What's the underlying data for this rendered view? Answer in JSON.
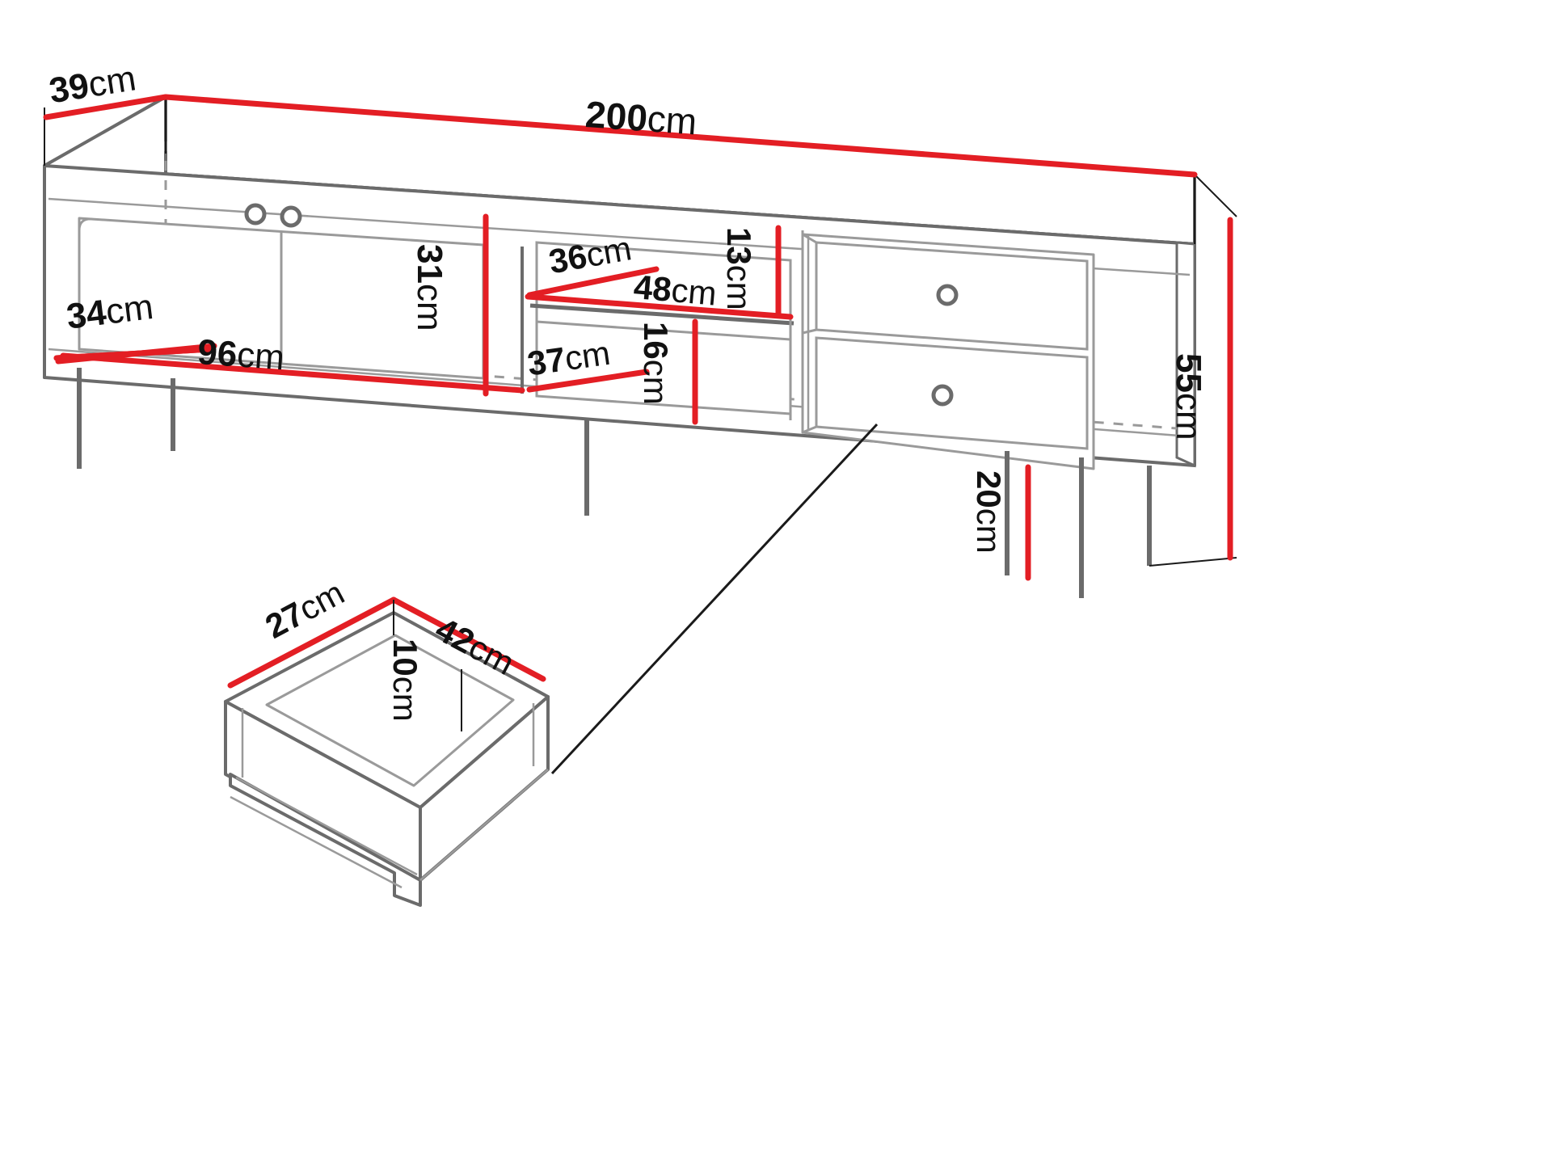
{
  "document": {
    "type": "furniture-dimension-drawing",
    "subject": "TV stand / sideboard with doors, open shelves and drawers",
    "unit": "cm",
    "colors": {
      "dimension_line": "#e31e24",
      "outline_dark": "#6b6b6b",
      "outline_light": "#b9b9b9",
      "label_text": "#111111",
      "background": "#ffffff"
    }
  },
  "dimensions": {
    "overall_width": {
      "num": "200",
      "unit": "cm"
    },
    "overall_depth": {
      "num": "39",
      "unit": "cm"
    },
    "overall_height": {
      "num": "55",
      "unit": "cm"
    },
    "leg_height": {
      "num": "20",
      "unit": "cm"
    },
    "left_compartment_width": {
      "num": "96",
      "unit": "cm"
    },
    "left_compartment_depth": {
      "num": "34",
      "unit": "cm"
    },
    "left_compartment_height": {
      "num": "31",
      "unit": "cm"
    },
    "upper_shelf_depth": {
      "num": "36",
      "unit": "cm"
    },
    "upper_shelf_width": {
      "num": "48",
      "unit": "cm"
    },
    "upper_shelf_height": {
      "num": "13",
      "unit": "cm"
    },
    "lower_shelf_height": {
      "num": "16",
      "unit": "cm"
    },
    "lower_shelf_width": {
      "num": "37",
      "unit": "cm"
    },
    "drawer_depth": {
      "num": "27",
      "unit": "cm"
    },
    "drawer_width": {
      "num": "42",
      "unit": "cm"
    },
    "drawer_height": {
      "num": "10",
      "unit": "cm"
    }
  },
  "parts": {
    "main_cabinet": "main-cabinet",
    "left_doors": "left-double-doors",
    "door_knob_left": "door-knob-left",
    "door_knob_right": "door-knob-right",
    "open_shelves": "center-open-shelves",
    "right_drawers": "right-drawer-stack",
    "drawer_knob_top": "drawer-knob-top",
    "drawer_knob_bottom": "drawer-knob-bottom",
    "legs": "metal-legs",
    "drawer_detail": "exploded-drawer-detail",
    "leader_line": "drawer-leader-line"
  }
}
